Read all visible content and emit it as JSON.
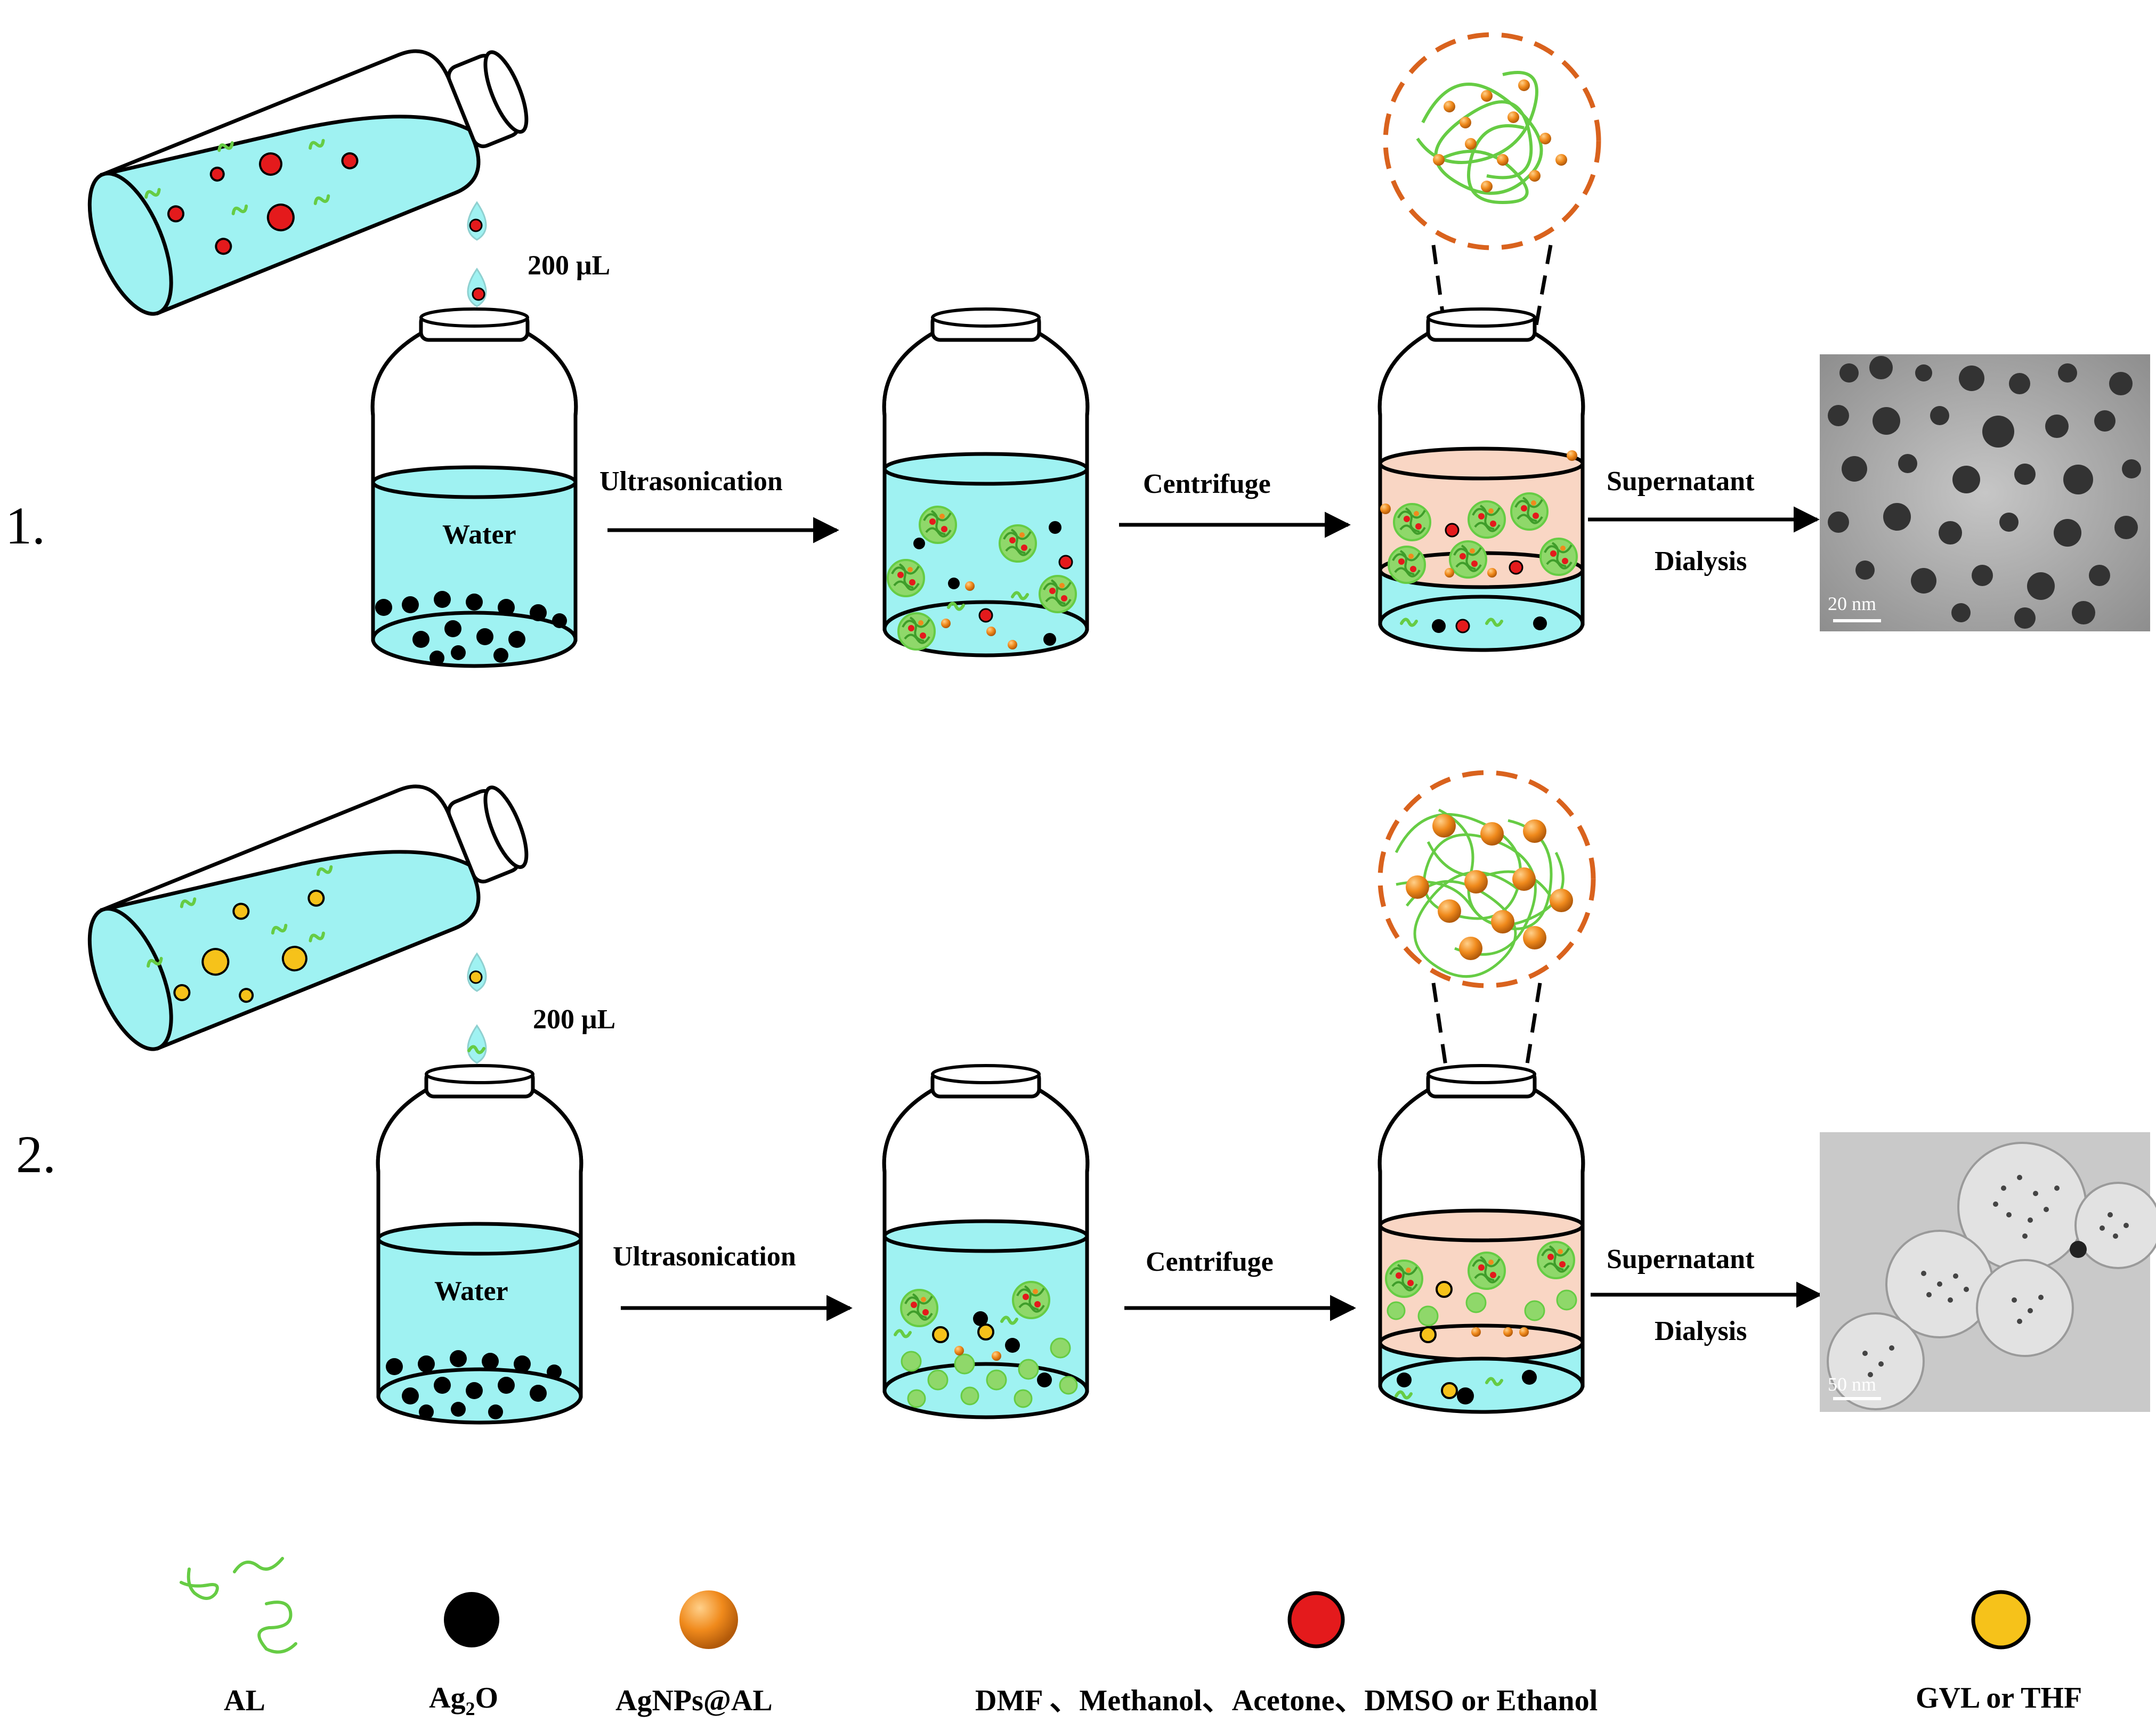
{
  "colors": {
    "liquid": "#9ff2f2",
    "organic_layer": "#f9d6c4",
    "lignin": "#66cc44",
    "ag2o": "#000000",
    "agnp": "#f08a1c",
    "solvent_group1": "#e41a1c",
    "solvent_group2": "#f6c21a",
    "outline": "#000000",
    "zoom_circle": "#d9621d"
  },
  "row1": {
    "number": "1.",
    "volume": "200 μL",
    "water_label": "Water",
    "step_ultrasonication": "Ultrasonication",
    "step_centrifuge": "Centrifuge",
    "step_supernatant": "Supernatant",
    "step_dialysis": "Dialysis",
    "scale_bar": "20 nm"
  },
  "row2": {
    "number": "2.",
    "volume": "200 μL",
    "water_label": "Water",
    "step_ultrasonication": "Ultrasonication",
    "step_centrifuge": "Centrifuge",
    "step_supernatant": "Supernatant",
    "step_dialysis": "Dialysis",
    "scale_bar": "50 nm"
  },
  "legend": {
    "al": "AL",
    "ag2o_main": "Ag",
    "ag2o_sub": "2",
    "ag2o_end": "O",
    "agnps": "AgNPs@AL",
    "solvents1": "DMF 、Methanol、Acetone、DMSO or Ethanol",
    "solvents2": "GVL or THF"
  }
}
